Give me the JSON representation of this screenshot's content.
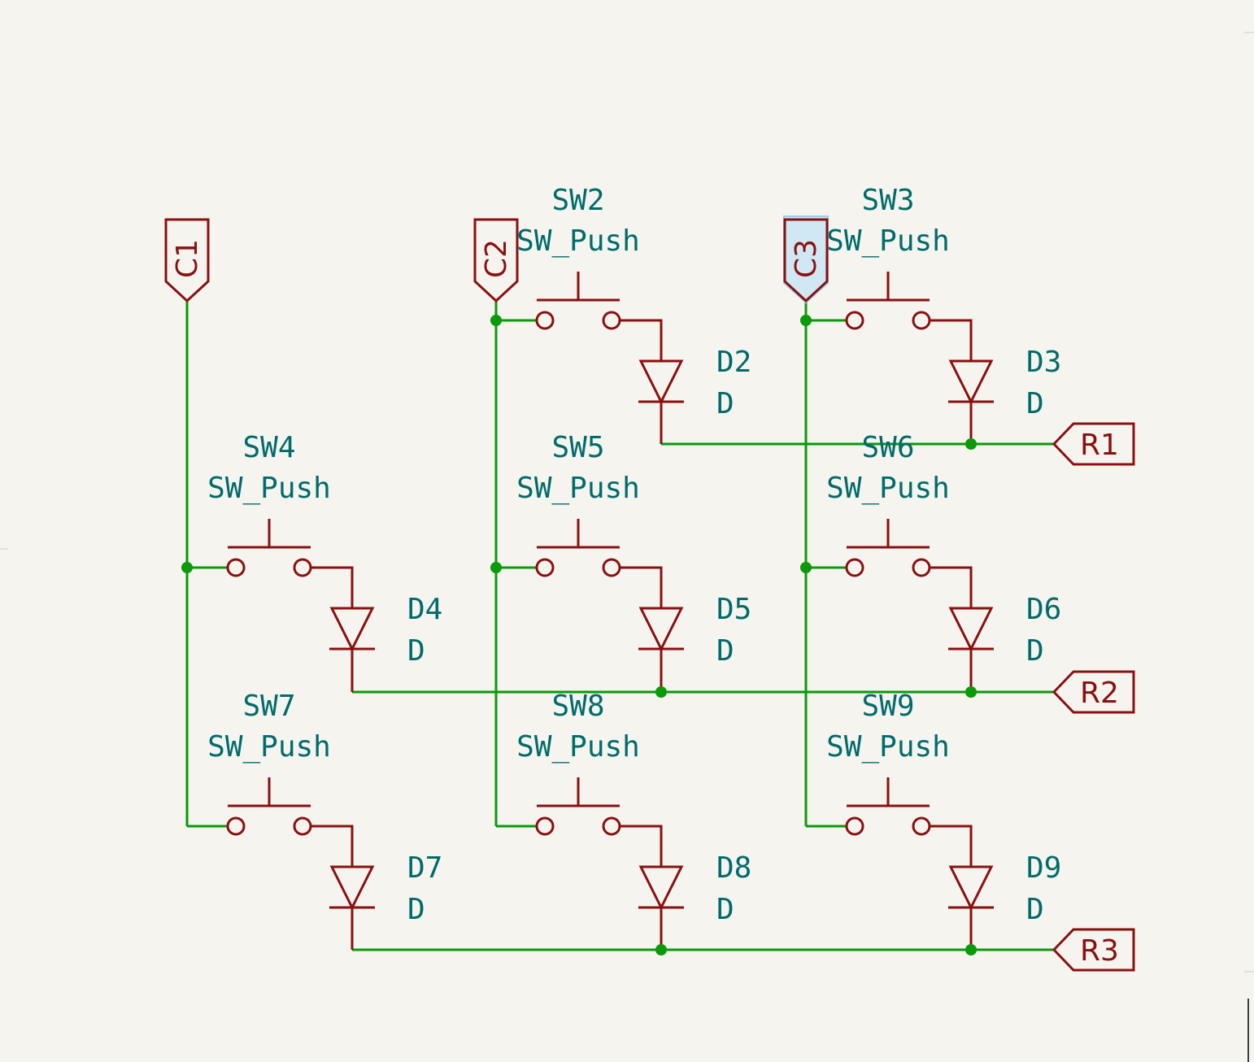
{
  "colors": {
    "background": "#f5f4ef",
    "wire": "#0a9a0a",
    "symbol": "#8a1010",
    "reference_text": "#006b6b",
    "selection": "#cfe8f4"
  },
  "schematic": {
    "column_labels": [
      {
        "name": "C1",
        "selected": false
      },
      {
        "name": "C2",
        "selected": false
      },
      {
        "name": "C3",
        "selected": true
      }
    ],
    "row_labels": [
      {
        "name": "R1"
      },
      {
        "name": "R2"
      },
      {
        "name": "R3"
      }
    ],
    "switches": [
      {
        "ref": "SW2",
        "value": "SW_Push"
      },
      {
        "ref": "SW3",
        "value": "SW_Push"
      },
      {
        "ref": "SW4",
        "value": "SW_Push"
      },
      {
        "ref": "SW5",
        "value": "SW_Push"
      },
      {
        "ref": "SW6",
        "value": "SW_Push"
      },
      {
        "ref": "SW7",
        "value": "SW_Push"
      },
      {
        "ref": "SW8",
        "value": "SW_Push"
      },
      {
        "ref": "SW9",
        "value": "SW_Push"
      }
    ],
    "diodes": [
      {
        "ref": "D2",
        "value": "D"
      },
      {
        "ref": "D3",
        "value": "D"
      },
      {
        "ref": "D4",
        "value": "D"
      },
      {
        "ref": "D5",
        "value": "D"
      },
      {
        "ref": "D6",
        "value": "D"
      },
      {
        "ref": "D7",
        "value": "D"
      },
      {
        "ref": "D8",
        "value": "D"
      },
      {
        "ref": "D9",
        "value": "D"
      }
    ]
  }
}
